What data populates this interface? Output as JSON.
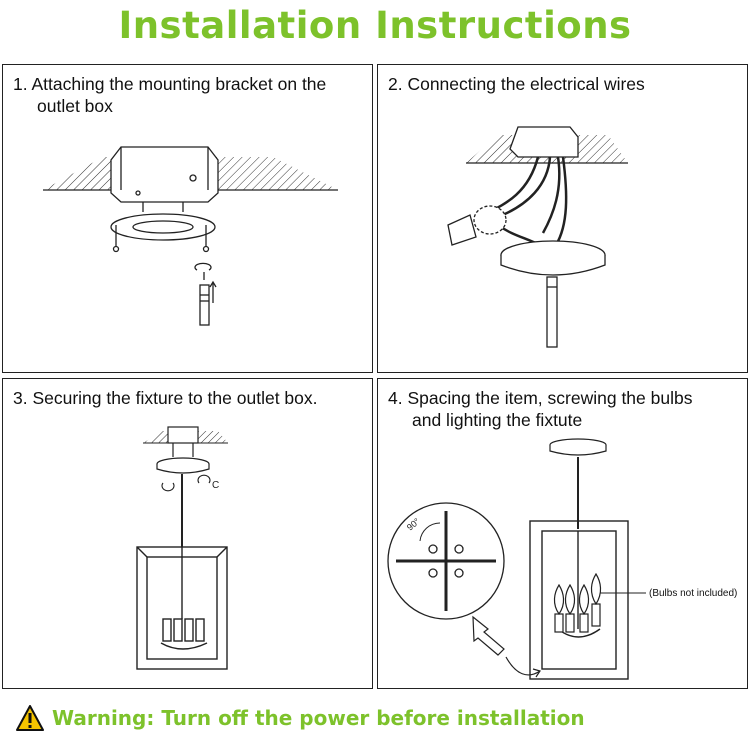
{
  "title": "Installation Instructions",
  "steps": [
    {
      "line1": "1. Attaching the mounting bracket on the",
      "line2": "outlet box"
    },
    {
      "line1": "2. Connecting the electrical wires",
      "line2": ""
    },
    {
      "line1": "3. Securing the fixture to the outlet box.",
      "line2": ""
    },
    {
      "line1": "4. Spacing the item, screwing the bulbs",
      "line2": "and lighting the fixtute"
    }
  ],
  "step4_note": "(Bulbs not included)",
  "step4_angle": "90°",
  "warning": {
    "icon": "warning-triangle-icon",
    "text": "Warning: Turn off the power before installation"
  },
  "colors": {
    "accent": "#7dc22b",
    "warning_icon": "#f5c400",
    "line": "#222222"
  }
}
